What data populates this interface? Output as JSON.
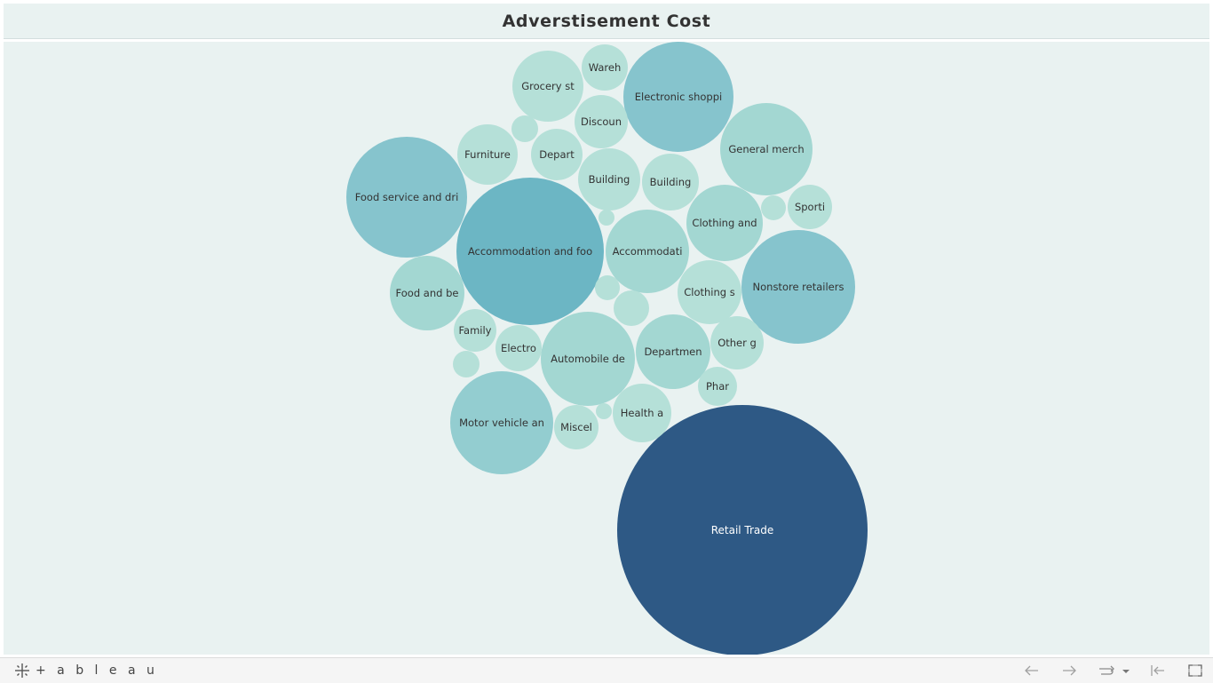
{
  "title": "Adverstisement  Cost",
  "colors": {
    "light": "#b5e0d8",
    "mid_light": "#a3d7d2",
    "mid": "#93cdd0",
    "mid_dark": "#86c4cd",
    "dark_teal": "#6cb6c4",
    "navy": "#2e5985"
  },
  "footer": {
    "logo_text": "+ a b l e a u",
    "toolbar_icons": [
      "undo-icon",
      "redo-icon",
      "revert-icon",
      "dropdown-icon",
      "reset-icon",
      "fullscreen-icon"
    ]
  },
  "chart_data": {
    "type": "packed-bubble",
    "title": "Adverstisement  Cost",
    "bubbles": [
      {
        "label": "Retail Trade",
        "value": 100,
        "color": "navy"
      },
      {
        "label": "Accommodation and foo",
        "value": 35,
        "color": "dark_teal"
      },
      {
        "label": "Food service and dri",
        "value": 23.5,
        "color": "mid_dark"
      },
      {
        "label": "Nonstore retailers",
        "value": 20.5,
        "color": "mid_dark"
      },
      {
        "label": "Electronic shoppi",
        "value": 19.5,
        "color": "mid_dark"
      },
      {
        "label": "Motor vehicle an",
        "value": 17.2,
        "color": "mid"
      },
      {
        "label": "Automobile de",
        "value": 14,
        "color": "mid_light"
      },
      {
        "label": "General merch",
        "value": 13.5,
        "color": "mid_light"
      },
      {
        "label": "Accommodati",
        "value": 11.3,
        "color": "mid_light"
      },
      {
        "label": "Clothing and",
        "value": 9.5,
        "color": "mid_light"
      },
      {
        "label": "Departmen",
        "value": 8.8,
        "color": "mid_light"
      },
      {
        "label": "Food and be",
        "value": 8.8,
        "color": "mid_light"
      },
      {
        "label": "Grocery st",
        "value": 8.3,
        "color": "light"
      },
      {
        "label": "Building",
        "value": 6,
        "color": "light"
      },
      {
        "label": "Clothing s",
        "value": 6.3,
        "color": "light"
      },
      {
        "label": "Furniture",
        "value": 5.8,
        "color": "light"
      },
      {
        "label": "Building",
        "value": 5.2,
        "color": "light"
      },
      {
        "label": "Health a",
        "value": 5.4,
        "color": "light"
      },
      {
        "label": "Discoun",
        "value": 4.5,
        "color": "light"
      },
      {
        "label": "Other g",
        "value": 4.5,
        "color": "light"
      },
      {
        "label": "Depart",
        "value": 4.3,
        "color": "light"
      },
      {
        "label": "Electro",
        "value": 3.4,
        "color": "light"
      },
      {
        "label": "Miscel",
        "value": 3.2,
        "color": "light"
      },
      {
        "label": "Family",
        "value": 3.1,
        "color": "light"
      },
      {
        "label": "Wareh",
        "value": 3.5,
        "color": "light"
      },
      {
        "label": "Sporti",
        "value": 3.2,
        "color": "light"
      },
      {
        "label": "Phar",
        "value": 2.5,
        "color": "light"
      },
      {
        "label": "",
        "value": 2.1,
        "color": "light"
      },
      {
        "label": "",
        "value": 1.2,
        "color": "light"
      },
      {
        "label": "",
        "value": 1.0,
        "color": "light"
      },
      {
        "label": "",
        "value": 1.0,
        "color": "light"
      },
      {
        "label": "",
        "value": 1.0,
        "color": "light"
      },
      {
        "label": "",
        "value": 0.4,
        "color": "light"
      },
      {
        "label": "",
        "value": 0.4,
        "color": "light"
      }
    ]
  }
}
